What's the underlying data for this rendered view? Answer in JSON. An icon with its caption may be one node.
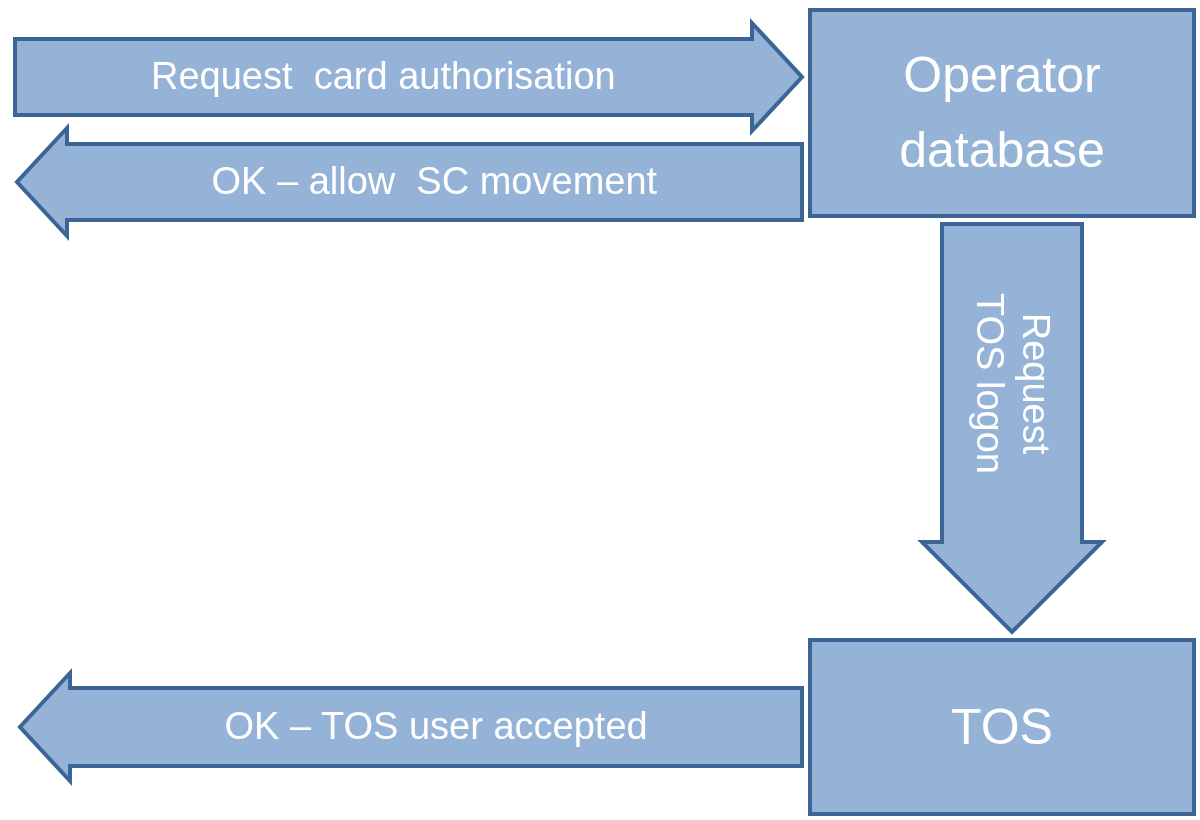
{
  "diagram": {
    "nodes": [
      {
        "text": [
          "Operator database"
        ]
      },
      {
        "text": [
          "TOS"
        ]
      }
    ],
    "edges": [
      {
        "from": null,
        "to": 0,
        "arrow": "to",
        "label": "Request  card authorisation"
      },
      {
        "from": 0,
        "to": null,
        "arrow": "to",
        "label": "OK – allow  SC movement"
      },
      {
        "from": 0,
        "to": 1,
        "arrow": "to",
        "label": "Request TOS logon"
      },
      {
        "from": 1,
        "to": null,
        "arrow": "to",
        "label": "OK – TOS user accepted"
      }
    ]
  }
}
